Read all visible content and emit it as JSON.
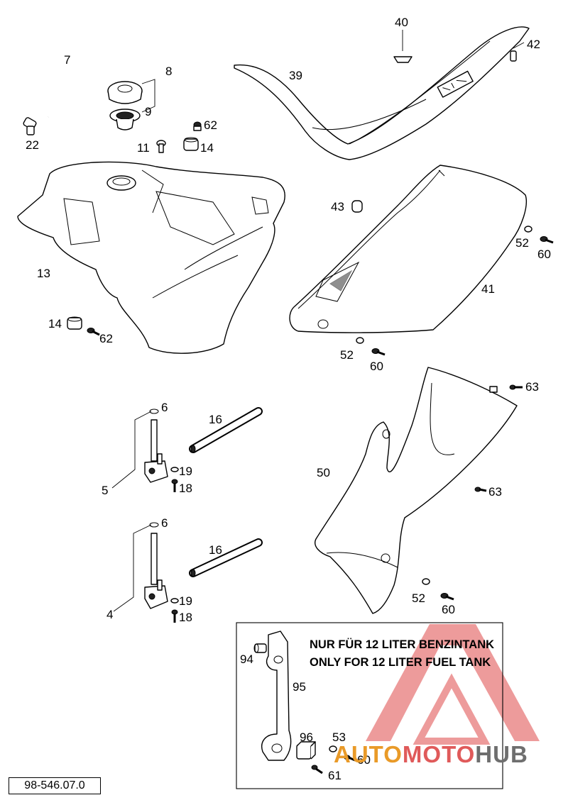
{
  "parts": {
    "p7": "7",
    "p8": "8",
    "p9": "9",
    "p22": "22",
    "p62a": "62",
    "p11": "11",
    "p14a": "14",
    "p39": "39",
    "p40": "40",
    "p42": "42",
    "p43": "43",
    "p52a": "52",
    "p60a": "60",
    "p13": "13",
    "p41": "41",
    "p14b": "14",
    "p62b": "62",
    "p52b": "52",
    "p60b": "60",
    "p63a": "63",
    "p6a": "6",
    "p16a": "16",
    "p19a": "19",
    "p5": "5",
    "p18a": "18",
    "p50": "50",
    "p63b": "63",
    "p6b": "6",
    "p16b": "16",
    "p19b": "19",
    "p4": "4",
    "p18b": "18",
    "p52c": "52",
    "p60c": "60",
    "p94": "94",
    "p95": "95",
    "p96": "96",
    "p53": "53",
    "p60d": "60",
    "p61": "61"
  },
  "inset_note": {
    "line1": "NUR FÜR 12 LITER BENZINTANK",
    "line2": "ONLY FOR 12 LITER FUEL TANK"
  },
  "reference_number": "98-546.07.0",
  "watermark": {
    "part1": "AUTO",
    "part2": "MOTO",
    "part3": "HUB",
    "colors": {
      "logo": "#e77a7a",
      "auto": "#e99a28",
      "moto": "#e05a5a",
      "hub": "#6e6e6e"
    }
  }
}
